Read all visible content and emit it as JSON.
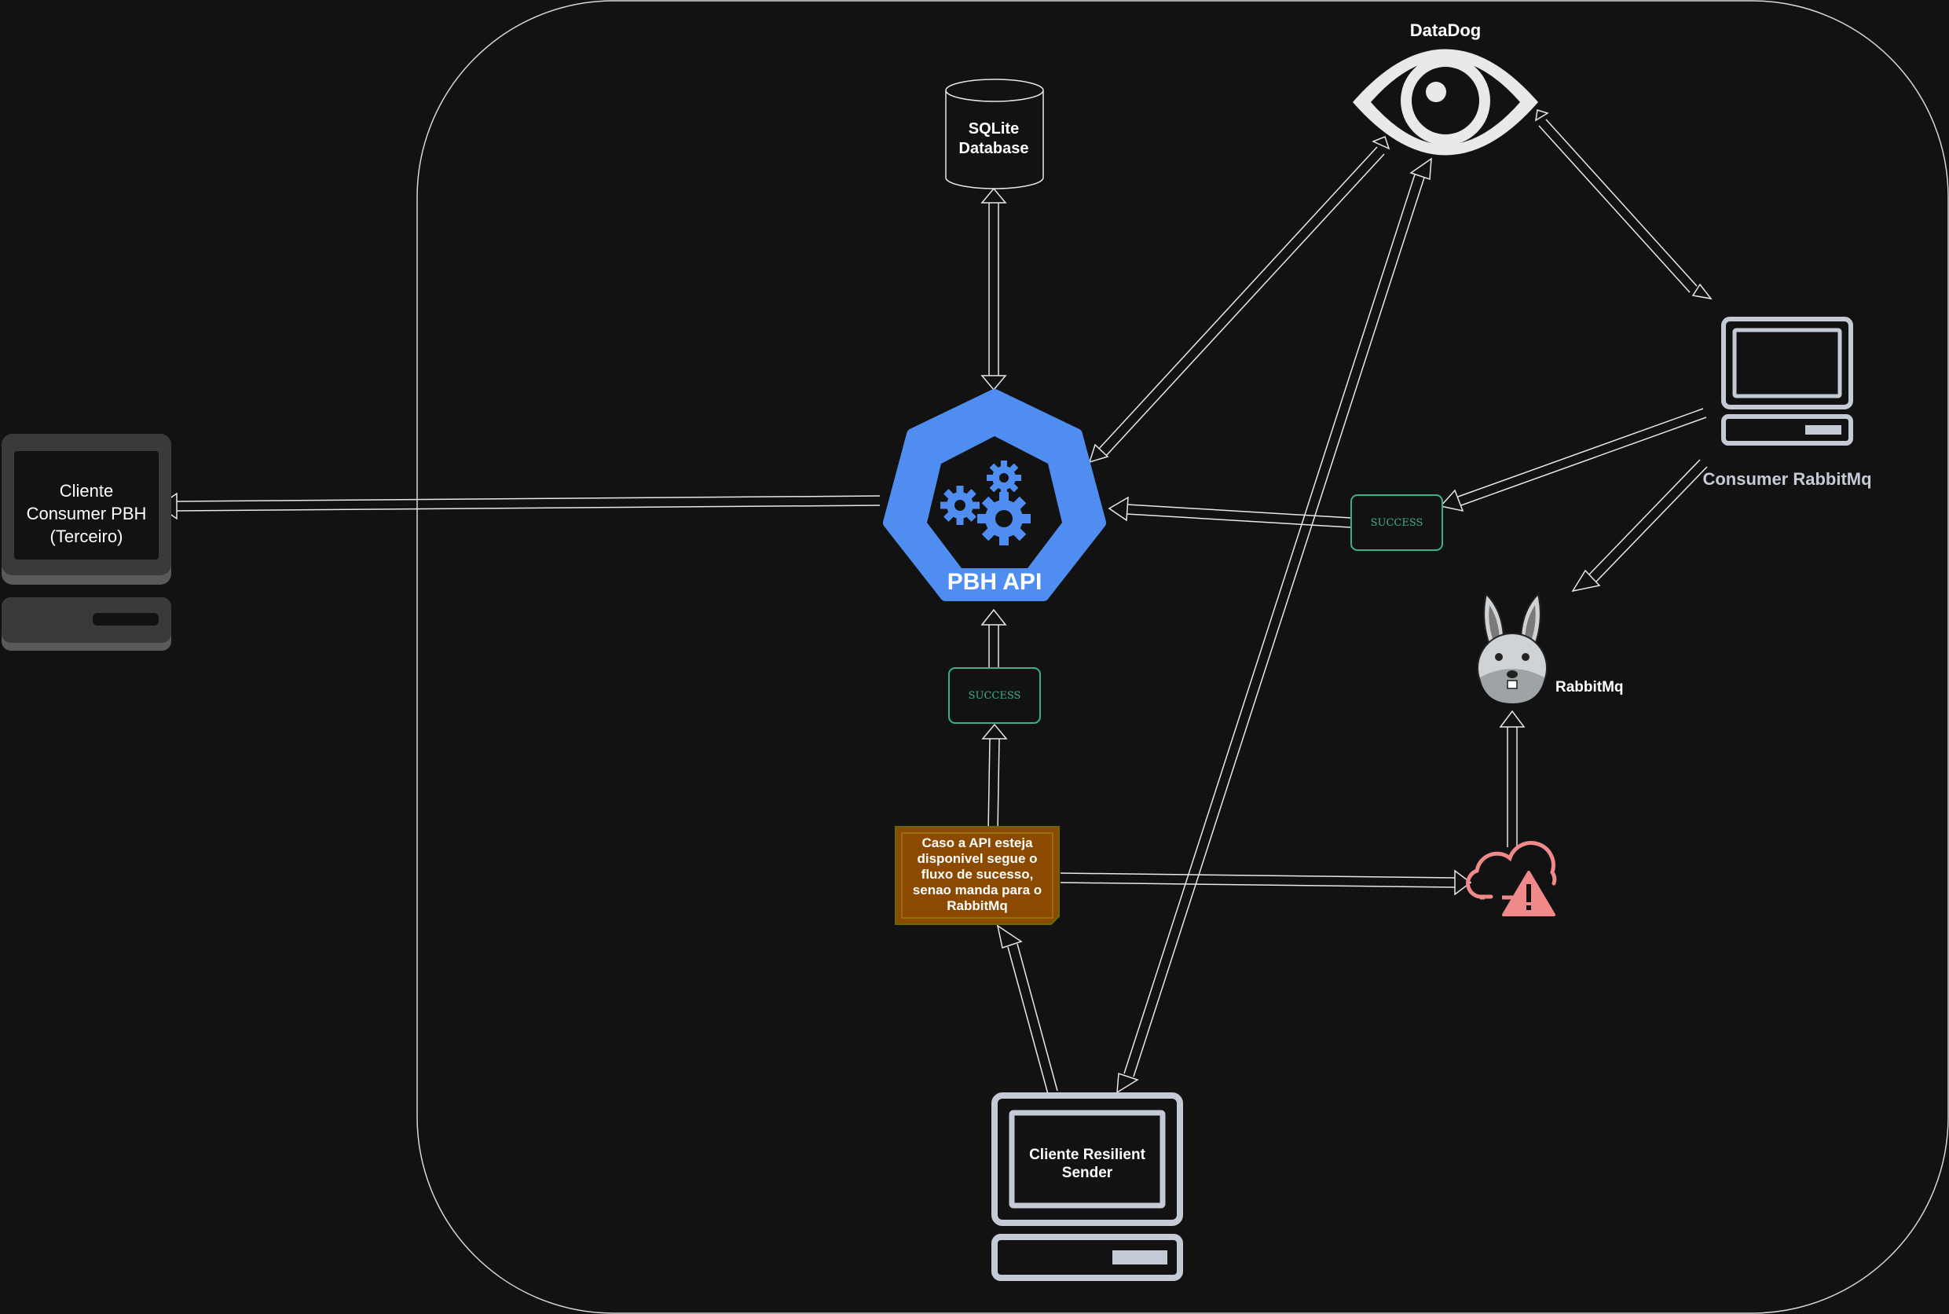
{
  "diagram": {
    "title": "",
    "nodes": {
      "datadog": {
        "label": "DataDog",
        "icon": "eye-icon"
      },
      "sqlite": {
        "label_line1": "SQLite",
        "label_line2": "Database",
        "icon": "database-cylinder-icon"
      },
      "pbh_api": {
        "label": "PBH API",
        "icon": "kubernetes-gears-icon",
        "color": "#4f8ef0"
      },
      "consumer_rabbitmq": {
        "label": "Consumer RabbitMq",
        "icon": "computer-icon"
      },
      "rabbitmq": {
        "label": "RabbitMq",
        "icon": "rabbit-icon"
      },
      "cliente_consumer": {
        "label_line1": "Cliente",
        "label_line2": "Consumer PBH",
        "label_line3": "(Terceiro)",
        "icon": "computer-icon"
      },
      "cliente_resilient": {
        "label_line1": "Cliente Resilient",
        "label_line2": "Sender",
        "icon": "computer-icon"
      },
      "decision_note": {
        "lines": [
          "Caso a API esteja",
          "disponivel segue o",
          "fluxo de sucesso,",
          "senao manda para o",
          "RabbitMq"
        ],
        "color": "#8b4a00"
      },
      "success_badge_right": {
        "label": "SUCCESS",
        "color": "#3fae8e"
      },
      "success_badge_middle": {
        "label": "SUCCESS",
        "color": "#3fae8e"
      },
      "alert_cloud": {
        "icon": "cloud-warning-icon",
        "color": "#f08a8a"
      }
    },
    "edges": [
      {
        "from": "sqlite",
        "to": "pbh_api",
        "direction": "both"
      },
      {
        "from": "datadog",
        "to": "pbh_api",
        "direction": "both"
      },
      {
        "from": "datadog",
        "to": "consumer_rabbitmq",
        "direction": "both"
      },
      {
        "from": "datadog",
        "to": "cliente_resilient",
        "direction": "both"
      },
      {
        "from": "consumer_rabbitmq",
        "to": "success_badge_right",
        "direction": "forward"
      },
      {
        "from": "success_badge_right",
        "to": "pbh_api",
        "direction": "forward"
      },
      {
        "from": "consumer_rabbitmq",
        "to": "rabbitmq",
        "direction": "forward"
      },
      {
        "from": "pbh_api",
        "to": "cliente_consumer",
        "direction": "forward"
      },
      {
        "from": "success_badge_middle",
        "to": "pbh_api",
        "direction": "forward"
      },
      {
        "from": "decision_note",
        "to": "success_badge_middle",
        "direction": "forward"
      },
      {
        "from": "decision_note",
        "to": "alert_cloud",
        "direction": "forward"
      },
      {
        "from": "alert_cloud",
        "to": "rabbitmq",
        "direction": "forward"
      },
      {
        "from": "cliente_resilient",
        "to": "decision_note",
        "direction": "forward"
      }
    ]
  }
}
